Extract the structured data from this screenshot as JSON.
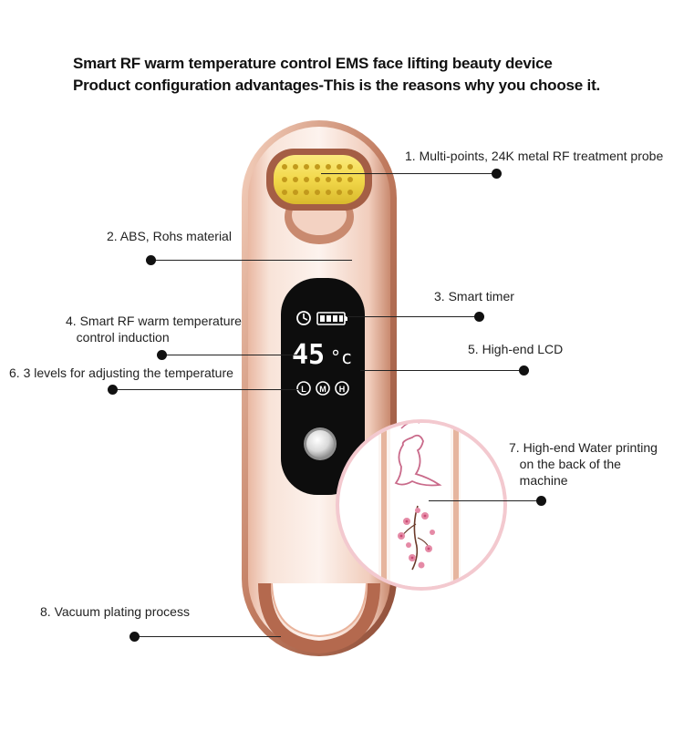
{
  "header": {
    "line1": "Smart RF warm temperature control EMS face lifting beauty device",
    "line2": "Product configuration advantages-This is the reasons why you choose it."
  },
  "features": [
    {
      "text": "1. Multi-points, 24K metal RF treatment probe"
    },
    {
      "text": "2. ABS, Rohs material"
    },
    {
      "text": "3. Smart timer"
    },
    {
      "text": "4. Smart RF warm temperature\n   control induction"
    },
    {
      "text": "5. High-end LCD"
    },
    {
      "text": "6. 3 levels for adjusting the temperature"
    },
    {
      "text": "7. High-end Water printing\n   on the back of the\n   machine"
    },
    {
      "text": "8. Vacuum plating process"
    }
  ],
  "lcd": {
    "temperature": "45",
    "unit": "°c",
    "levels": [
      "L",
      "M",
      "H"
    ]
  },
  "colors": {
    "rose_gold": "#c98a6f",
    "probe_gold": "#f2d84a",
    "lcd_bg": "#0d0d0d",
    "lcd_fg": "#ffffff",
    "circle_border": "#f3c9cf"
  }
}
